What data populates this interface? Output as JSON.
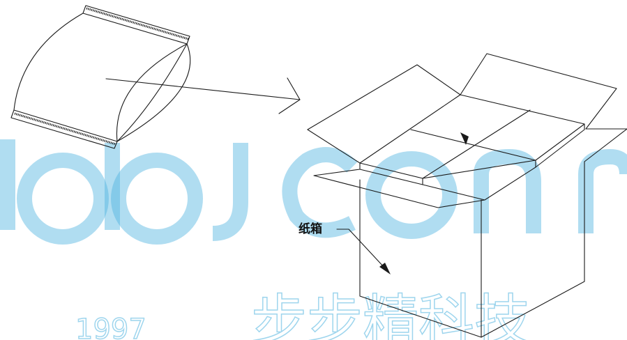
{
  "annotation": {
    "carton_label": "纸箱"
  },
  "watermark": {
    "text": "步步精科技",
    "number": "1997",
    "color": "#4fb4e0"
  },
  "colors": {
    "line": "#1a1a1a",
    "background": "#ffffff"
  }
}
